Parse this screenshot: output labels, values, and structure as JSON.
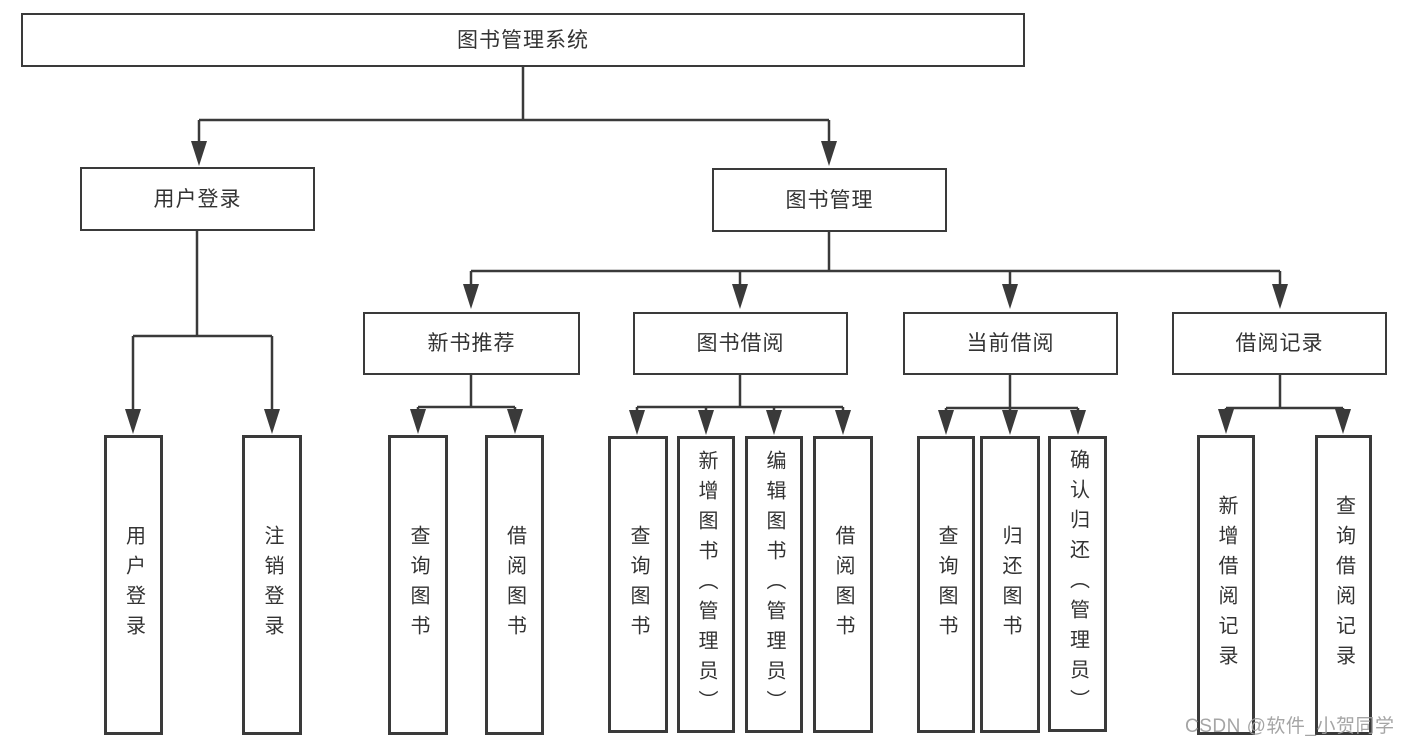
{
  "diagram": {
    "root": "图书管理系统",
    "branches": {
      "user_login": "用户登录",
      "book_management": "图书管理"
    },
    "modules": {
      "new_books": "新书推荐",
      "book_borrowing": "图书借阅",
      "current_borrowing": "当前借阅",
      "borrowing_records": "借阅记录"
    },
    "leaves": {
      "user_login": "用户登录",
      "logout": "注销登录",
      "nb_query_books": "查询图书",
      "nb_borrow_books": "借阅图书",
      "bb_query_books": "查询图书",
      "bb_add_books": "新增图书（管理员）",
      "bb_edit_books": "编辑图书（管理员）",
      "bb_borrow_books": "借阅图书",
      "cb_query_books": "查询图书",
      "cb_return_books": "归还图书",
      "cb_confirm_return": "确认归还（管理员）",
      "br_add_record": "新增借阅记录",
      "br_query_record": "查询借阅记录"
    },
    "watermark": "CSDN @软件_小贺同学",
    "colors": {
      "line": "#3a3a3a",
      "box_border": "#3a3a3a",
      "text": "#333333",
      "watermark": "#9e9e9e",
      "background": "#ffffff"
    }
  }
}
